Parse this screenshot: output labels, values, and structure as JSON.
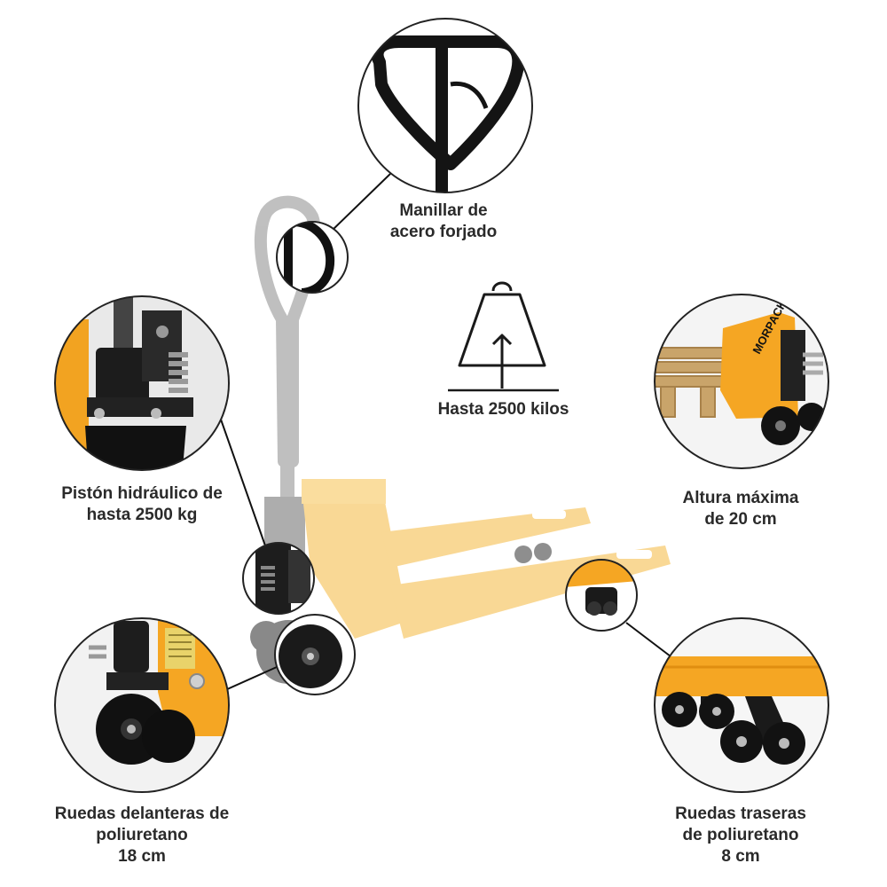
{
  "features": {
    "handle": {
      "lines": [
        "Manillar de",
        "acero forjado"
      ]
    },
    "capacity": {
      "lines": [
        "Hasta 2500 kilos"
      ],
      "icon": "weight-icon"
    },
    "piston": {
      "lines": [
        "Pistón hidráulico de",
        "hasta 2500 kg"
      ]
    },
    "height": {
      "lines": [
        "Altura máxima",
        "de 20 cm"
      ],
      "brand_mark": "MORPACK"
    },
    "front_wheels": {
      "lines": [
        "Ruedas delanteras de",
        "poliuretano",
        "18 cm"
      ]
    },
    "rear_wheels": {
      "lines": [
        "Ruedas traseras",
        "de poliuretano",
        "8 cm"
      ]
    }
  },
  "colors": {
    "frame_yellow": "#f5a623",
    "frame_yellow_faded": "#f8d27e",
    "steel_black": "#1a1a1a",
    "handle_grey": "#b9b9b9",
    "pallet_wood": "#c9a46a"
  }
}
